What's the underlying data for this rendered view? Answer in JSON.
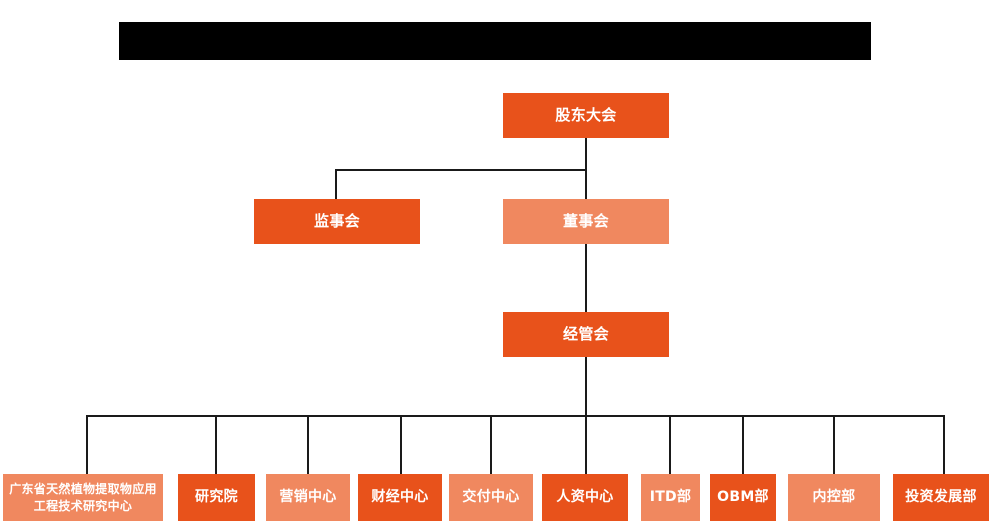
{
  "colors": {
    "accent_dark": "#E8521B",
    "accent_light": "#F0885F",
    "connector": "#1a1a1a",
    "redaction": "#000000",
    "background": "#ffffff"
  },
  "header": {
    "redacted_title": ""
  },
  "chart_data": {
    "type": "diagram",
    "title": "",
    "nodes": [
      {
        "id": "shareholders",
        "label": "股东大会",
        "level": 1,
        "tone": "dark"
      },
      {
        "id": "supervisors",
        "label": "监事会",
        "level": 2,
        "tone": "dark"
      },
      {
        "id": "directors",
        "label": "董事会",
        "level": 2,
        "tone": "light"
      },
      {
        "id": "management",
        "label": "经管会",
        "level": 3,
        "tone": "dark"
      },
      {
        "id": "research-ctr",
        "label": "广东省天然植物提取物应用工程技术研究中心",
        "level": 4,
        "tone": "light"
      },
      {
        "id": "institute",
        "label": "研究院",
        "level": 4,
        "tone": "dark"
      },
      {
        "id": "marketing",
        "label": "营销中心",
        "level": 4,
        "tone": "light"
      },
      {
        "id": "finance",
        "label": "财经中心",
        "level": 4,
        "tone": "dark"
      },
      {
        "id": "delivery",
        "label": "交付中心",
        "level": 4,
        "tone": "light"
      },
      {
        "id": "hr",
        "label": "人资中心",
        "level": 4,
        "tone": "dark"
      },
      {
        "id": "itd",
        "label": "ITD部",
        "level": 4,
        "tone": "light"
      },
      {
        "id": "obm",
        "label": "OBM部",
        "level": 4,
        "tone": "dark"
      },
      {
        "id": "internal-ctrl",
        "label": "内控部",
        "level": 4,
        "tone": "light"
      },
      {
        "id": "investment",
        "label": "投资发展部",
        "level": 4,
        "tone": "dark"
      }
    ],
    "edges": [
      {
        "from": "shareholders",
        "to": "supervisors"
      },
      {
        "from": "shareholders",
        "to": "directors"
      },
      {
        "from": "directors",
        "to": "management"
      },
      {
        "from": "management",
        "to": "research-ctr"
      },
      {
        "from": "management",
        "to": "institute"
      },
      {
        "from": "management",
        "to": "marketing"
      },
      {
        "from": "management",
        "to": "finance"
      },
      {
        "from": "management",
        "to": "delivery"
      },
      {
        "from": "management",
        "to": "hr"
      },
      {
        "from": "management",
        "to": "itd"
      },
      {
        "from": "management",
        "to": "obm"
      },
      {
        "from": "management",
        "to": "internal-ctrl"
      },
      {
        "from": "management",
        "to": "investment"
      }
    ]
  }
}
